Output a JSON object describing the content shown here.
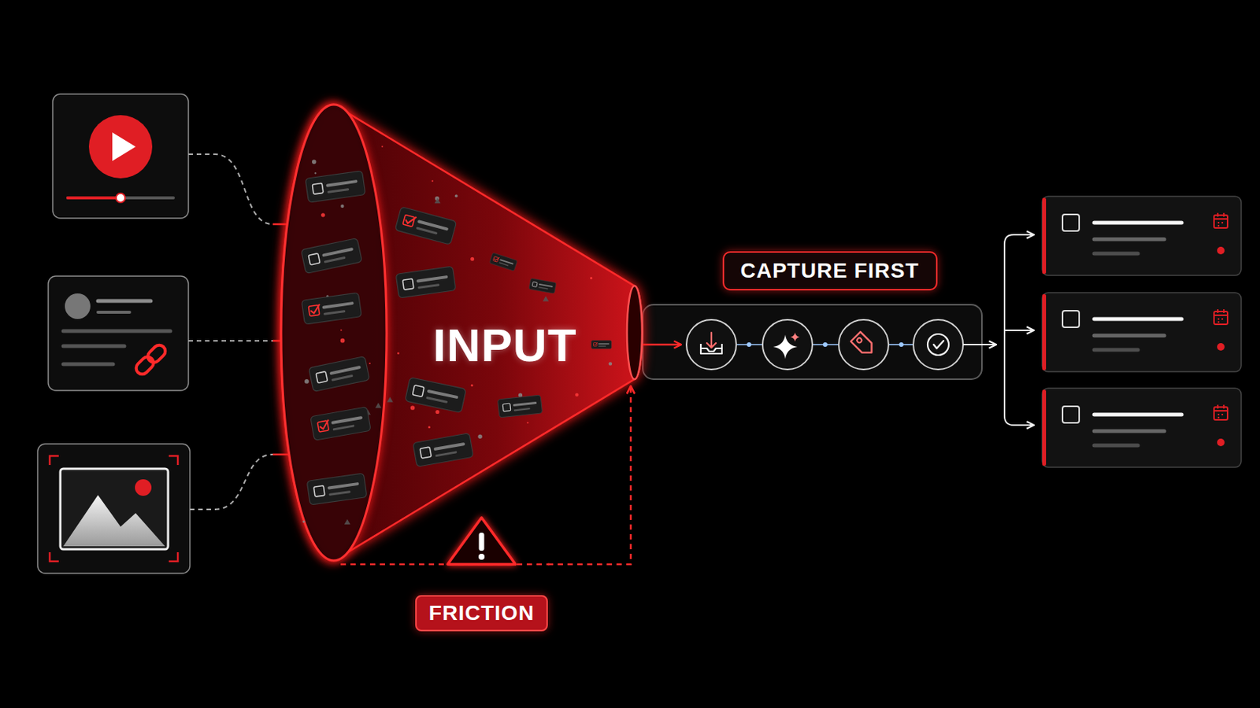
{
  "diagram": {
    "nodes": [
      {
        "text": [
          "INPUT"
        ]
      },
      {
        "text": [
          "CAPTURE FIRST"
        ]
      },
      {
        "text": [
          "FRICTION"
        ]
      }
    ],
    "edges": [
      {
        "from": 2,
        "to": 0,
        "arrow": "to"
      }
    ]
  }
}
